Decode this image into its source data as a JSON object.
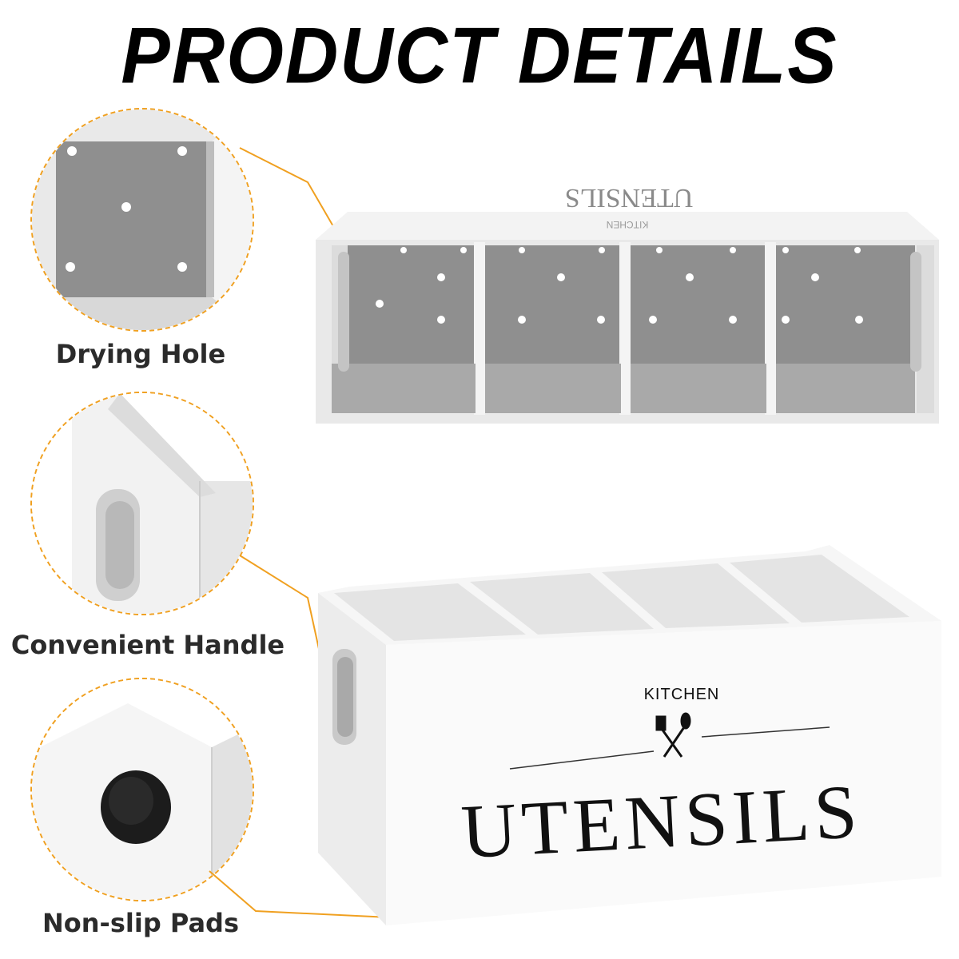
{
  "title": "PRODUCT DETAILS",
  "features": [
    {
      "label": "Drying Hole",
      "icon": "drying-hole-closeup"
    },
    {
      "label": "Convenient Handle",
      "icon": "handle-closeup"
    },
    {
      "label": "Non-slip Pads",
      "icon": "non-slip-pad-closeup"
    }
  ],
  "product": {
    "brand_word": "KITCHEN",
    "name_word": "UTENSILS",
    "compartments": 4
  },
  "colors": {
    "accent": "#f0a020",
    "box": "#f4f4f4",
    "box_shadow": "#c9c9c9",
    "pad": "#1c1c1c"
  }
}
